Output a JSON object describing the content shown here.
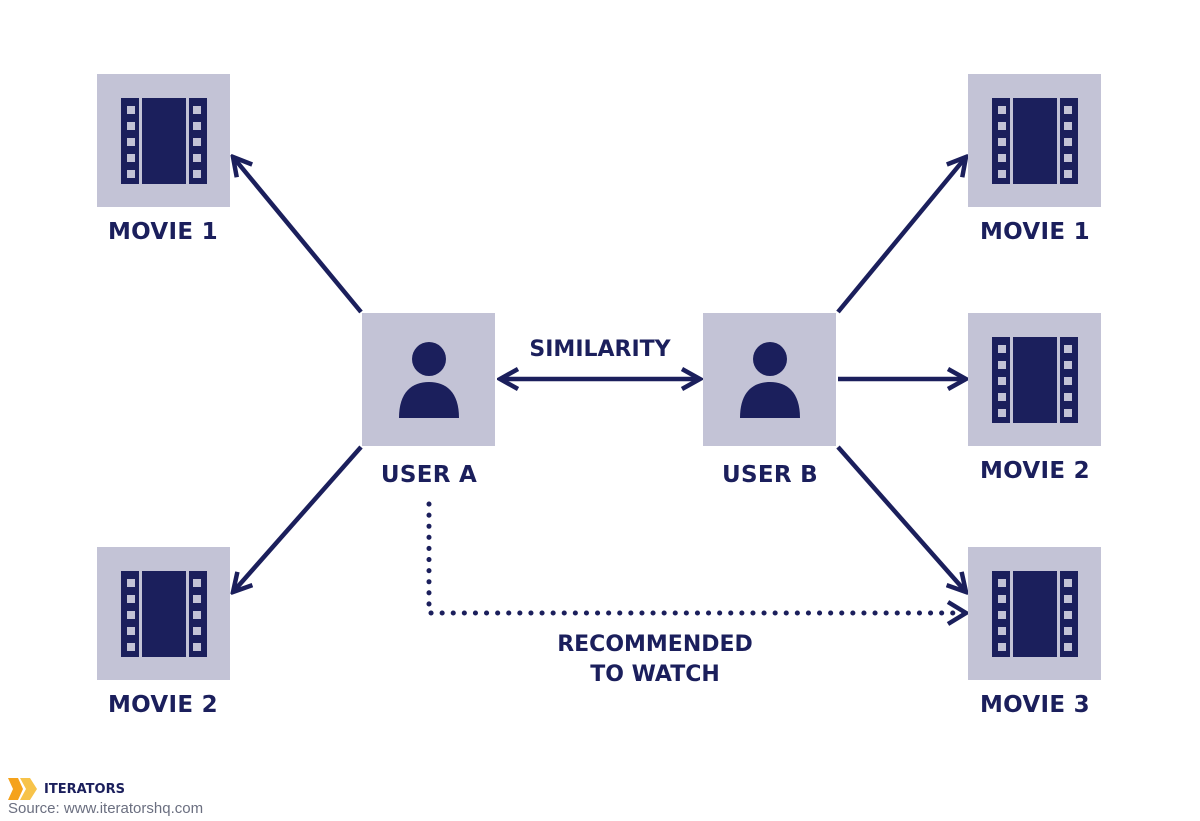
{
  "diagram": {
    "nodes": {
      "user_a": "USER A",
      "user_b": "USER B",
      "a_movie1": "MOVIE 1",
      "a_movie2": "MOVIE 2",
      "b_movie1": "MOVIE 1",
      "b_movie2": "MOVIE 2",
      "b_movie3": "MOVIE 3"
    },
    "edges": {
      "similarity": "SIMILARITY",
      "recommended_line1": "RECOMMENDED",
      "recommended_line2": "TO WATCH"
    },
    "colors": {
      "node_bg": "#c3c3d6",
      "ink": "#1b1f5c",
      "brand_orange": "#f5a21b"
    }
  },
  "footer": {
    "brand": "ITERATORS",
    "source": "Source: www.iteratorshq.com"
  }
}
